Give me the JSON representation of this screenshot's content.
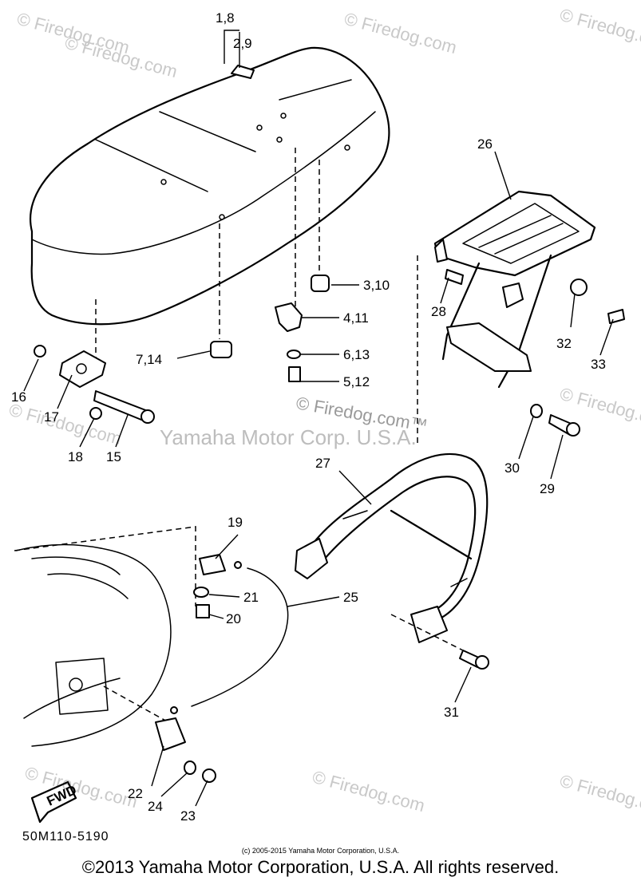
{
  "watermarks": {
    "firedog": "© Firedog.com",
    "yamaha": "Yamaha Motor Corp. U.S.A.",
    "center_firedog": "© Firedog.com™"
  },
  "callouts": [
    {
      "id": "c-1-8",
      "text": "1,8"
    },
    {
      "id": "c-2-9",
      "text": "2,9"
    },
    {
      "id": "c-3-10",
      "text": "3,10"
    },
    {
      "id": "c-4-11",
      "text": "4,11"
    },
    {
      "id": "c-5-12",
      "text": "5,12"
    },
    {
      "id": "c-6-13",
      "text": "6,13"
    },
    {
      "id": "c-7-14",
      "text": "7,14"
    },
    {
      "id": "c-15",
      "text": "15"
    },
    {
      "id": "c-16",
      "text": "16"
    },
    {
      "id": "c-17",
      "text": "17"
    },
    {
      "id": "c-18",
      "text": "18"
    },
    {
      "id": "c-19",
      "text": "19"
    },
    {
      "id": "c-20",
      "text": "20"
    },
    {
      "id": "c-21",
      "text": "21"
    },
    {
      "id": "c-22",
      "text": "22"
    },
    {
      "id": "c-23",
      "text": "23"
    },
    {
      "id": "c-24",
      "text": "24"
    },
    {
      "id": "c-25",
      "text": "25"
    },
    {
      "id": "c-26",
      "text": "26"
    },
    {
      "id": "c-27",
      "text": "27"
    },
    {
      "id": "c-28",
      "text": "28"
    },
    {
      "id": "c-29",
      "text": "29"
    },
    {
      "id": "c-30",
      "text": "30"
    },
    {
      "id": "c-31",
      "text": "31"
    },
    {
      "id": "c-32",
      "text": "32"
    },
    {
      "id": "c-33",
      "text": "33"
    }
  ],
  "fwd_label": "FWD",
  "diagram_code": "50M110-5190",
  "small_copyright": "(c) 2005-2015 Yamaha Motor Corporation, U.S.A.",
  "copyright": "©2013 Yamaha Motor Corporation, U.S.A. All rights reserved."
}
